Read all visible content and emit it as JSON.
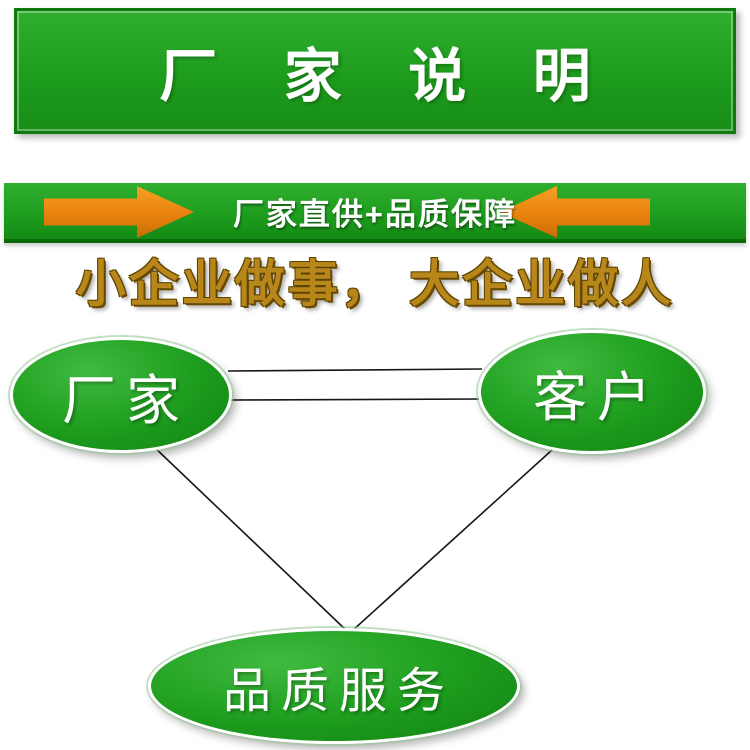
{
  "banner": {
    "title": "厂 家 说 明"
  },
  "supply_bar": {
    "label": "厂家直供+品质保障"
  },
  "slogan": {
    "text": "小企业做事， 大企业做人"
  },
  "diagram": {
    "factory": {
      "label": "厂家"
    },
    "customer": {
      "label": "客户"
    },
    "service": {
      "label": "品质服务"
    }
  },
  "colors": {
    "green": "#1d9c1d",
    "dark_green": "#0b6b0b",
    "orange": "#e8820e",
    "gold": "#b8871c",
    "text_white": "#ffffff"
  }
}
